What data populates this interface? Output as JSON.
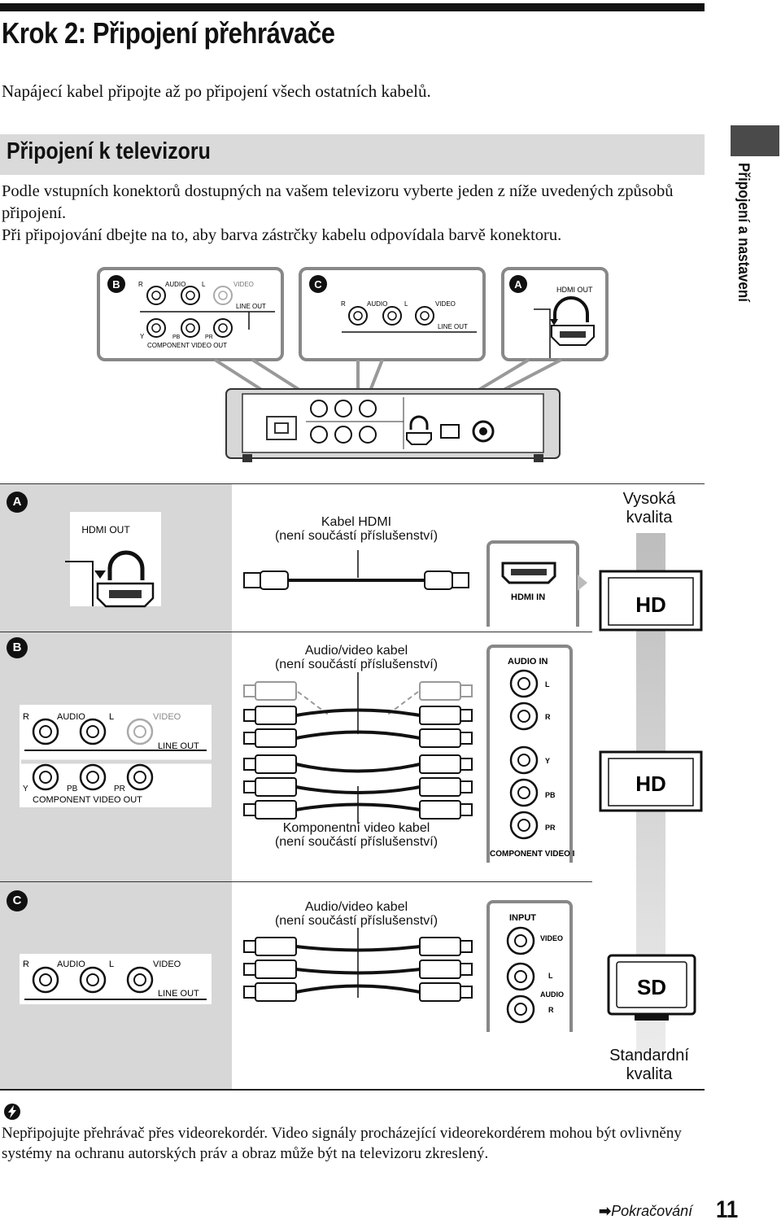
{
  "title": "Krok 2: Připojení přehrávače",
  "intro": "Napájecí kabel připojte až po připojení všech ostatních kabelů.",
  "section": {
    "title": "Připojení k televizoru",
    "para1": "Podle vstupních konektorů dostupných na vašem televizoru vyberte jeden z níže uvedených způsobů připojení.",
    "para2": "Při připojování dbejte na to, aby barva zástrčky kabelu odpovídala barvě konektoru."
  },
  "side_tab": "Připojení a nastavení",
  "top_panels": {
    "b": {
      "badge": "B",
      "r": "R",
      "audio": "AUDIO",
      "l": "L",
      "video": "VIDEO",
      "line_out": "LINE OUT",
      "y": "Y",
      "pb": "PB",
      "pr": "PR",
      "component": "COMPONENT VIDEO OUT"
    },
    "c": {
      "badge": "C",
      "r": "R",
      "audio": "AUDIO",
      "l": "L",
      "video": "VIDEO",
      "line_out": "LINE OUT"
    },
    "a": {
      "badge": "A",
      "hdmi_out": "HDMI OUT"
    }
  },
  "rows": {
    "a": {
      "badge": "A",
      "port_label": "HDMI OUT",
      "cable_line1": "Kabel HDMI",
      "cable_line2": "(není součástí příslušenství)",
      "tv_input": "HDMI IN"
    },
    "b": {
      "badge": "B",
      "cable1_line1": "Audio/video kabel",
      "cable1_line2": "(není součástí příslušenství)",
      "cable2_line1": "Komponentní video kabel",
      "cable2_line2": "(není součástí příslušenství)",
      "player": {
        "r": "R",
        "audio": "AUDIO",
        "l": "L",
        "video": "VIDEO",
        "line_out": "LINE OUT",
        "y": "Y",
        "pb": "PB",
        "pr": "PR",
        "component": "COMPONENT VIDEO OUT"
      },
      "tv": {
        "audio_in": "AUDIO IN",
        "l": "L",
        "r": "R",
        "y": "Y",
        "pb": "PB",
        "pr": "PR",
        "component_in": "COMPONENT VIDEO IN"
      }
    },
    "c": {
      "badge": "C",
      "cable_line1": "Audio/video kabel",
      "cable_line2": "(není součástí příslušenství)",
      "player": {
        "r": "R",
        "audio": "AUDIO",
        "l": "L",
        "video": "VIDEO",
        "line_out": "LINE OUT"
      },
      "tv": {
        "input": "INPUT",
        "video": "VIDEO",
        "l": "L",
        "audio": "AUDIO",
        "r": "R"
      }
    }
  },
  "quality": {
    "high_line1": "Vysoká",
    "high_line2": "kvalita",
    "standard_line1": "Standardní",
    "standard_line2": "kvalita",
    "hd": "HD",
    "sd": "SD"
  },
  "note": "Nepřipojujte přehrávač přes videorekordér. Video signály procházející videorekordérem mohou být ovlivněny systémy na ochranu autorských práv a obraz může být na televizoru zkreslený.",
  "footer": {
    "continue": "Pokračování",
    "page": "11"
  }
}
